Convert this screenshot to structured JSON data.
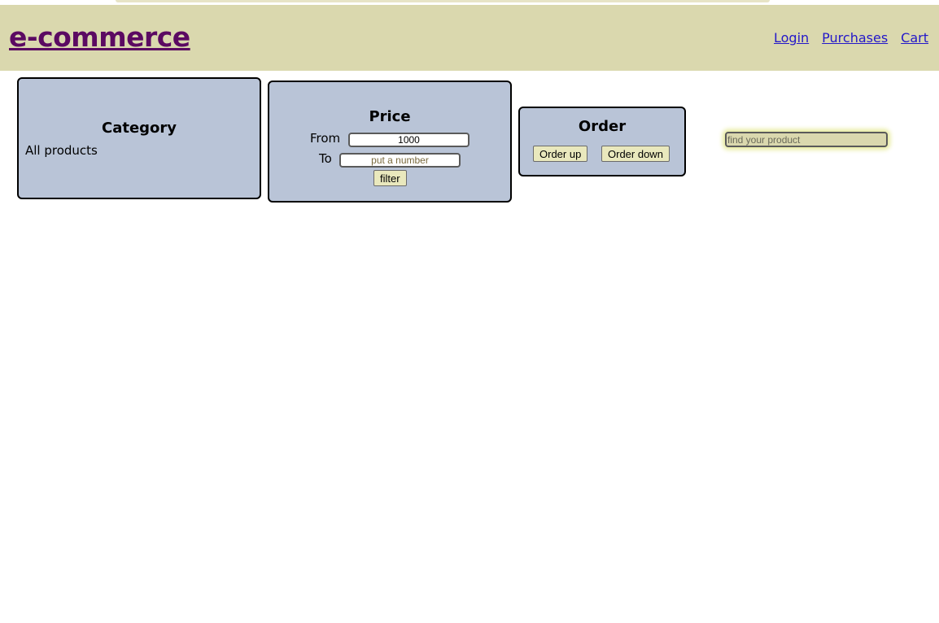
{
  "header": {
    "brand": "e-commerce",
    "nav": [
      "Login",
      "Purchases",
      "Cart"
    ]
  },
  "category": {
    "title": "Category",
    "item": "All products"
  },
  "price": {
    "title": "Price",
    "from_label": "From",
    "from_value": "1000",
    "to_label": "To",
    "to_placeholder": "put a number",
    "filter_label": "filter"
  },
  "order": {
    "title": "Order",
    "up_label": "Order up",
    "down_label": "Order down"
  },
  "search": {
    "placeholder": "find your product"
  },
  "colors": {
    "header_bg": "#dad8ae",
    "brand": "#5b0a62",
    "link": "#2317c9",
    "panel_bg": "#b9c4d7",
    "button_bg": "#e9e8bd"
  }
}
